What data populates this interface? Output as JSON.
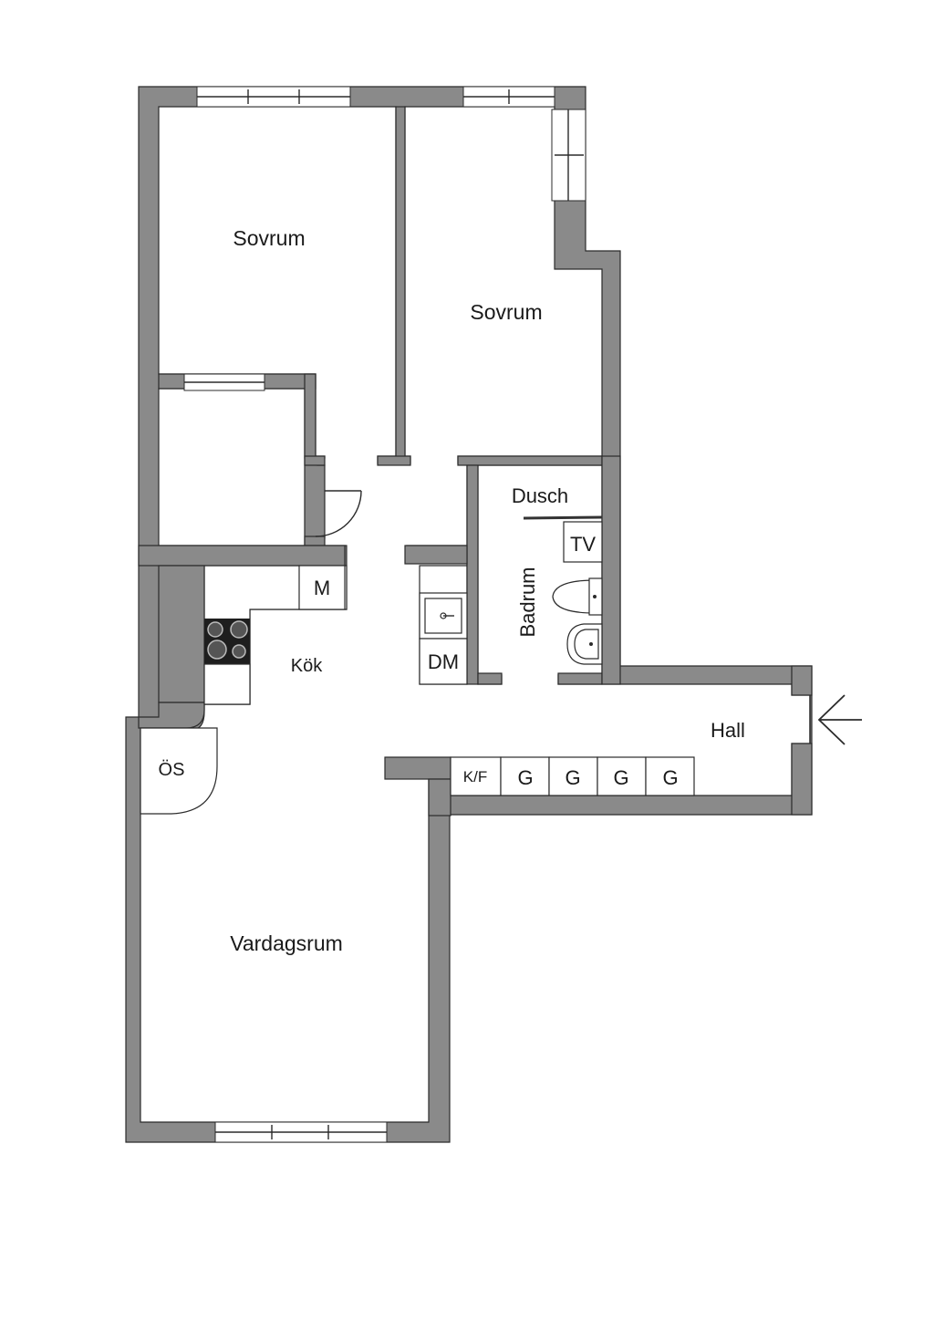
{
  "rooms": {
    "sovrum_1": "Sovrum",
    "sovrum_2": "Sovrum",
    "dusch": "Dusch",
    "badrum": "Badrum",
    "kok": "Kök",
    "hall": "Hall",
    "vardagsrum": "Vardagsrum"
  },
  "fixtures": {
    "tv": "TV",
    "m": "M",
    "dm": "DM",
    "os": "ÖS",
    "kf": "K/F",
    "g1": "G",
    "g2": "G",
    "g3": "G",
    "g4": "G"
  },
  "colors": {
    "wall": "#8a8a8a",
    "line": "#2b2b2b",
    "background": "#ffffff"
  },
  "icons": {
    "entrance": "arrow-left-icon",
    "stove": "stove-icon",
    "sink": "sink-icon",
    "toilet": "toilet-icon",
    "washbasin": "washbasin-icon"
  }
}
